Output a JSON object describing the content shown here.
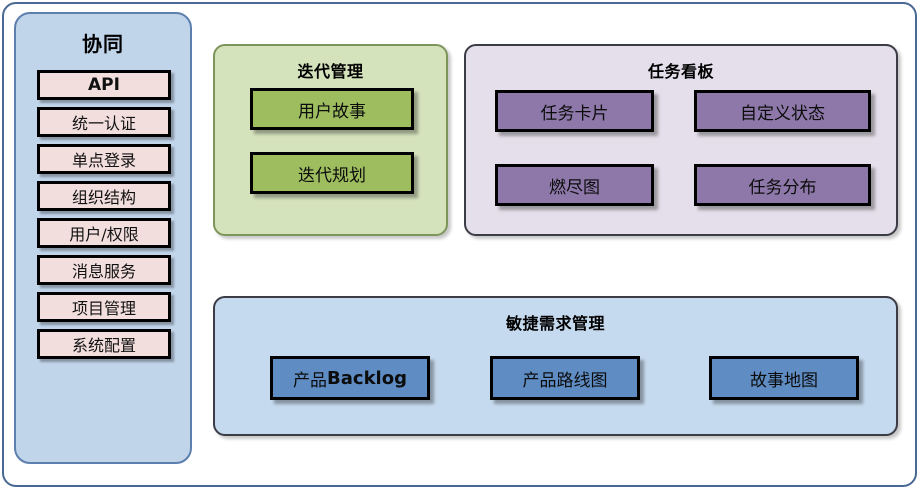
{
  "diagram": {
    "title_hidden": "",
    "sidebar": {
      "title": "协同",
      "items": [
        {
          "label": "API",
          "style": "bold"
        },
        {
          "label": "统一认证",
          "style": "normal"
        },
        {
          "label": "单点登录",
          "style": "normal"
        },
        {
          "label": "组织结构",
          "style": "normal"
        },
        {
          "label": "用户/权限",
          "style": "normal"
        },
        {
          "label": "消息服务",
          "style": "normal"
        },
        {
          "label": "项目管理",
          "style": "normal"
        },
        {
          "label": "系统配置",
          "style": "normal"
        }
      ]
    },
    "groups": [
      {
        "key": "iteration",
        "title": "迭代管理",
        "nodes": [
          {
            "label": "用户故事"
          },
          {
            "label": "迭代规划"
          }
        ]
      },
      {
        "key": "taskboard",
        "title": "任务看板",
        "nodes": [
          {
            "label": "任务卡片"
          },
          {
            "label": "自定义状态"
          },
          {
            "label": "燃尽图"
          },
          {
            "label": "任务分布"
          }
        ]
      },
      {
        "key": "agile",
        "title": "敏捷需求管理",
        "nodes": [
          {
            "label_cjk": "产品",
            "label_latin": "Backlog"
          },
          {
            "label": "产品路线图"
          },
          {
            "label": "故事地图"
          }
        ]
      }
    ],
    "colors": {
      "frame_border": "#4a6894",
      "sidebar_bg": "#c0d4ea",
      "sidebar_border": "#5c7fae",
      "sidebar_item_bg": "#f3dede",
      "iteration_bg": "#d5e3bd",
      "iteration_border": "#7d955b",
      "iteration_node": "#9dbd5f",
      "taskboard_bg": "#e4dfea",
      "taskboard_border": "#3c3c46",
      "taskboard_node": "#8d78a9",
      "agile_bg": "#c6daef",
      "agile_border": "#3c3c46",
      "agile_node": "#5e8cc3",
      "node_border": "#000000"
    }
  }
}
